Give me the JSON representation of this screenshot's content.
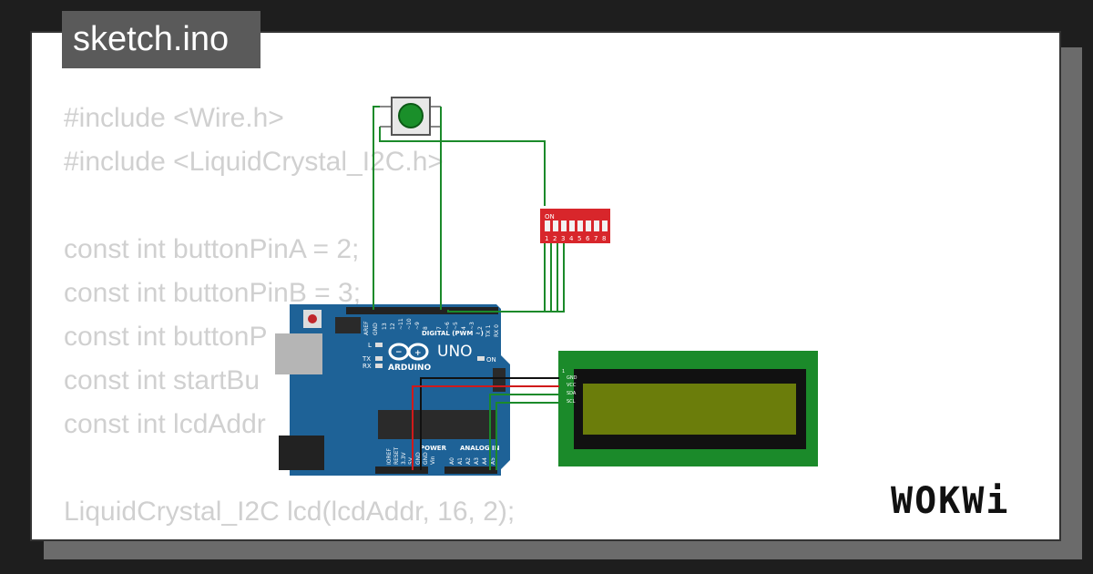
{
  "tab": {
    "title": "sketch.ino"
  },
  "code_lines": [
    "#include <Wire.h>",
    "#include <LiquidCrystal_I2C.h>",
    "",
    "const int buttonPinA = 2;",
    "const int buttonPinB = 3;",
    "const int buttonP",
    "const int startBu",
    "const int lcdAddr",
    "",
    "LiquidCrystal_I2C lcd(lcdAddr, 16, 2);"
  ],
  "arduino": {
    "model": "UNO",
    "brand": "ARDUINO",
    "digital_label": "DIGITAL (PWM ~)",
    "power_label": "POWER",
    "analog_label": "ANALOG IN",
    "on_label": "ON",
    "tx_label": "TX",
    "rx_label": "RX",
    "l_label": "L",
    "top_pins": [
      "AREF",
      "GND",
      "13",
      "12",
      "~11",
      "~10",
      "~9",
      "8",
      "7",
      "~6",
      "~5",
      "4",
      "~3",
      "2",
      "TX 1",
      "RX 0"
    ],
    "power_pins": [
      "IOREF",
      "RESET",
      "3.3V",
      "5V",
      "GND",
      "GND",
      "Vin"
    ],
    "analog_pins": [
      "A0",
      "A1",
      "A2",
      "A3",
      "A4",
      "A5"
    ]
  },
  "dip_switch": {
    "on_label": "ON",
    "numbers": [
      "1",
      "2",
      "3",
      "4",
      "5",
      "6",
      "7",
      "8"
    ]
  },
  "lcd": {
    "pins": [
      "GND",
      "VCC",
      "SDA",
      "SCL"
    ],
    "pin_one": "1"
  },
  "logo": {
    "text": "WOKWi"
  },
  "colors": {
    "board": "#1e6297",
    "wire_green": "#1b8a2a",
    "wire_red": "#d01a1a",
    "wire_black": "#111111",
    "lcd_pcb": "#1b8a2a",
    "lcd_screen": "#6b7d0b",
    "dip": "#d8262b",
    "button_cap": "#1a8f2a"
  }
}
